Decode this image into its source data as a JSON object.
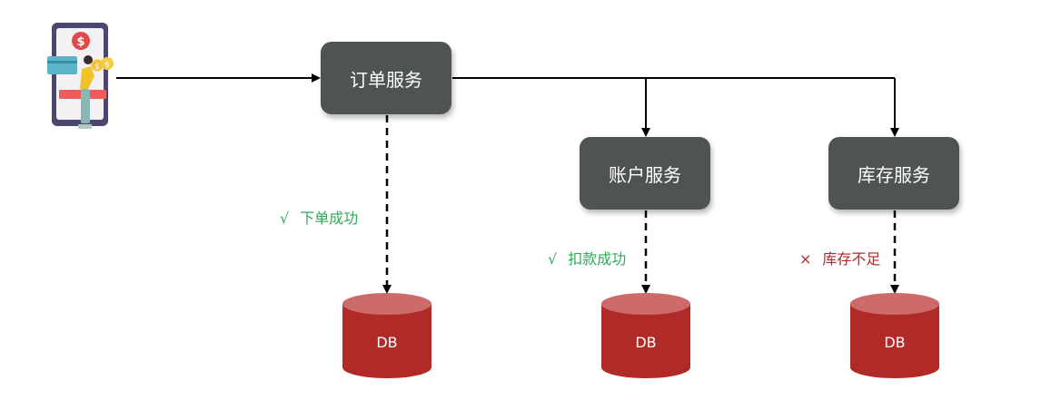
{
  "services": {
    "order": "订单服务",
    "account": "账户服务",
    "inventory": "库存服务"
  },
  "statuses": {
    "order": {
      "mark": "√",
      "text": "下单成功"
    },
    "account": {
      "mark": "√",
      "text": "扣款成功"
    },
    "inventory": {
      "mark": "×",
      "text": "库存不足"
    }
  },
  "databases": {
    "order": "DB",
    "account": "DB",
    "inventory": "DB"
  },
  "icons": [
    "mobile-payment-icon"
  ],
  "colors": {
    "service_box": "#4f5353",
    "database": "#b02a27",
    "success_text": "#2eaa5a",
    "failure_text": "#b3262a"
  }
}
